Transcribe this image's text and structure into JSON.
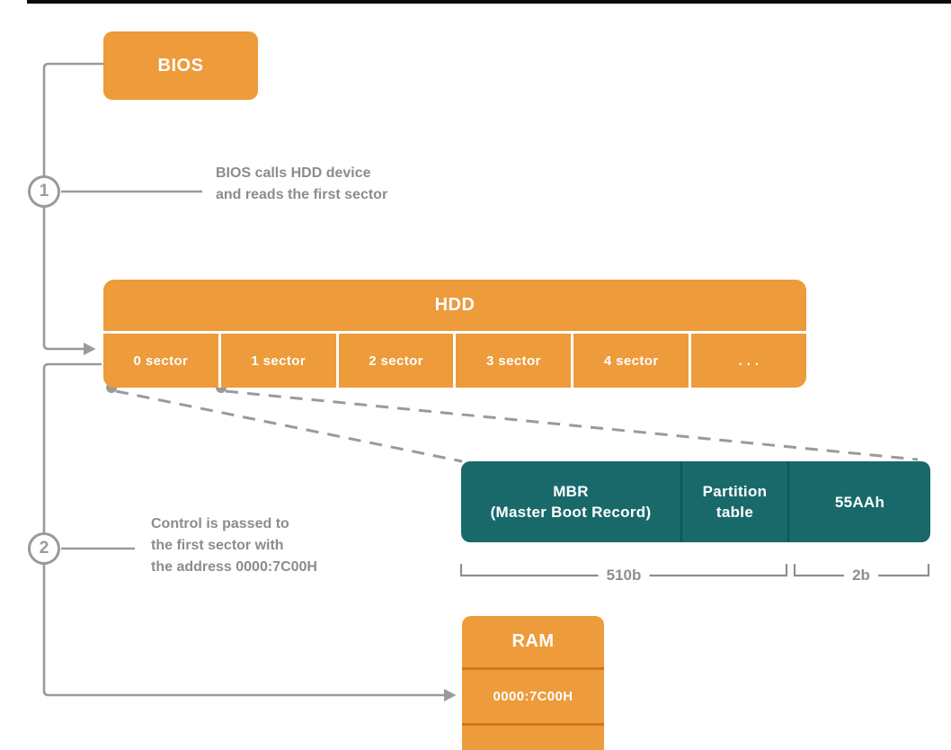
{
  "diagram": {
    "bios_label": "BIOS",
    "hdd": {
      "title": "HDD",
      "sectors": [
        "0 sector",
        "1 sector",
        "2 sector",
        "3 sector",
        "4 sector",
        ". . ."
      ]
    },
    "mbr": {
      "cell1_line1": "MBR",
      "cell1_line2": "(Master Boot Record)",
      "cell2_line1": "Partition",
      "cell2_line2": "table",
      "cell3": "55AAh",
      "size_main": "510b",
      "size_signature": "2b"
    },
    "ram": {
      "title": "RAM",
      "address": "0000:7C00H"
    },
    "steps": [
      {
        "number": "1",
        "line1": "BIOS calls HDD device",
        "line2": "and reads the first sector"
      },
      {
        "number": "2",
        "line1": "Control is passed to",
        "line2": "the first sector with",
        "line3": "the address 0000:7C00H"
      }
    ],
    "colors": {
      "orange": "#ED9B3B",
      "teal": "#19696B",
      "line_gray": "#9A9A9A",
      "note_text_gray": "#8C8C8C",
      "ram_divider": "#D0761F",
      "top_border": "#0B0B0B"
    }
  }
}
